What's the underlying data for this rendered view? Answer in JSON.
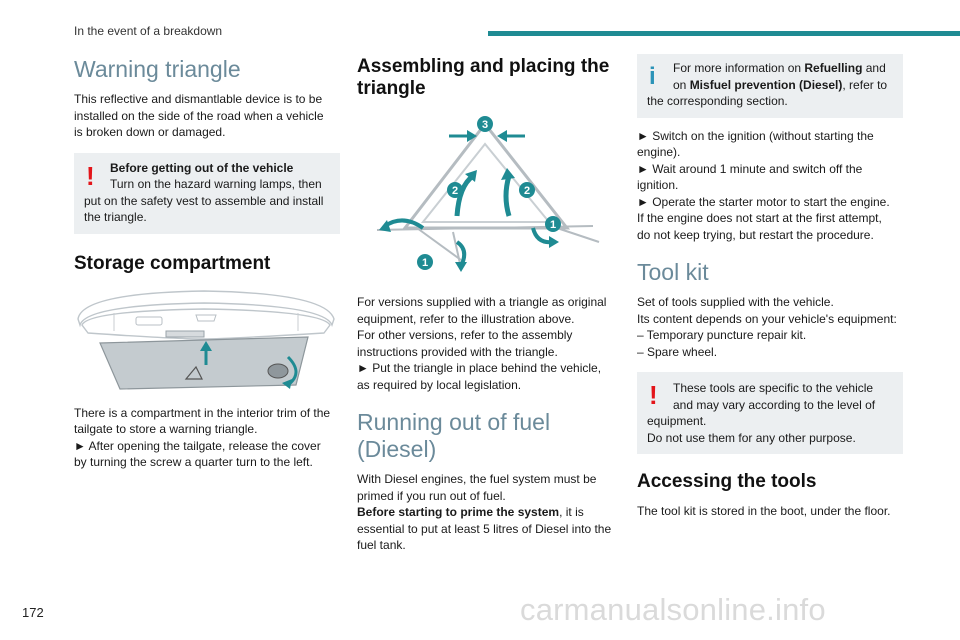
{
  "header": {
    "section": "In the event of a breakdown",
    "accent_color": "#1f8b93"
  },
  "page_number": "172",
  "watermark": "carmanualsonline.info",
  "col1": {
    "warning_triangle": {
      "title": "Warning triangle",
      "body": [
        "This reflective and dismantlable device is to be",
        "installed on the side of the road when a vehicle",
        "is broken down or damaged."
      ],
      "alert_heading": "Before getting out of the vehicle",
      "alert_lines": [
        "Turn on the hazard warning lamps, then",
        "put on the safety vest to assemble and install",
        "the triangle."
      ]
    },
    "storage": {
      "title": "Storage compartment",
      "body": [
        "There is a compartment in the interior trim of the",
        "tailgate to store a warning triangle.",
        "► After opening the tailgate, release the cover",
        "by turning the screw a quarter turn to the left."
      ]
    }
  },
  "col2": {
    "assembling": {
      "title_lines": [
        "Assembling and placing the",
        "triangle"
      ],
      "callouts": [
        "3",
        "2",
        "2",
        "1",
        "1"
      ],
      "body": [
        "For versions supplied with a triangle as original",
        "equipment, refer to the illustration above.",
        "For other versions, refer to the assembly",
        "instructions provided with the triangle.",
        "► Put the triangle in place behind the vehicle,",
        "as required by local legislation."
      ]
    },
    "fuel": {
      "title_lines": [
        "Running out of fuel",
        "(Diesel)"
      ],
      "body": [
        "With Diesel engines, the fuel system must be",
        "primed if you run out of fuel."
      ],
      "bold_lead": "Before starting to prime the system",
      "rest_lines": [
        ", it is",
        "essential to put at least 5 litres of Diesel into the",
        "fuel tank."
      ]
    }
  },
  "col3": {
    "info": {
      "pre": "For more information on ",
      "bold1": "Refuelling",
      "mid": " and",
      "on": "on ",
      "bold2": "Misfuel prevention (Diesel)",
      "post": ", refer to",
      "last": "the corresponding section."
    },
    "steps": [
      "► Switch on the ignition (without starting the",
      "engine).",
      "► Wait around 1 minute and switch off the",
      "ignition.",
      "► Operate the starter motor to start the engine.",
      "If the engine does not start at the first attempt,",
      "do not keep trying, but restart the procedure."
    ],
    "tool_kit": {
      "title": "Tool kit",
      "body": [
        "Set of tools supplied with the vehicle.",
        "Its content depends on your vehicle's equipment:",
        "– Temporary puncture repair kit.",
        "– Spare wheel."
      ],
      "alert_lines": [
        "These tools are specific to the vehicle",
        "and may vary according to the level of",
        "equipment.",
        "Do not use them for any other purpose."
      ]
    },
    "accessing": {
      "title": "Accessing the tools",
      "body": "The tool kit is stored in the boot, under the floor."
    }
  }
}
